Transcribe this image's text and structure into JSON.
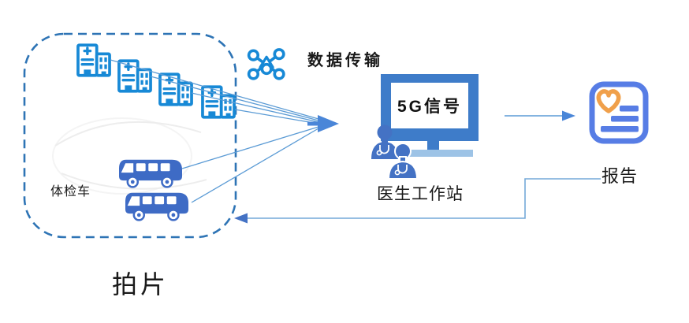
{
  "diagram": {
    "exam_zone": {
      "vehicle_label": "体检车",
      "action_label": "拍片",
      "hospital_icon_count": 4,
      "bus_icon_count": 2
    },
    "transmission": {
      "label": "数据传输"
    },
    "workstation": {
      "screen_text": "5G信号",
      "label": "医生工作站"
    },
    "report": {
      "label": "报告"
    },
    "flows": [
      {
        "from": "exam-zone",
        "to": "doctor-workstation",
        "style": "many-thin-lines-converging-arrow"
      },
      {
        "from": "doctor-workstation",
        "to": "report",
        "style": "single-arrow"
      },
      {
        "from": "report",
        "to": "exam-zone",
        "style": "elbow-return-arrow"
      }
    ],
    "colors": {
      "hospital_blue": "#1789D6",
      "bus_blue": "#3E6BC5",
      "dashed_border": "#2E74B5",
      "connector_line": "#5B9BD5",
      "arrow_fill": "#4A86D8",
      "return_arrow_fill": "#4472C4",
      "monitor_frame": "#3E7CC9",
      "monitor_base": "#9DC3E6",
      "doctor_blue": "#4472C4",
      "report_border": "#577DE5",
      "heart_orange": "#F0A04B",
      "text": "#1A1A1A"
    }
  }
}
